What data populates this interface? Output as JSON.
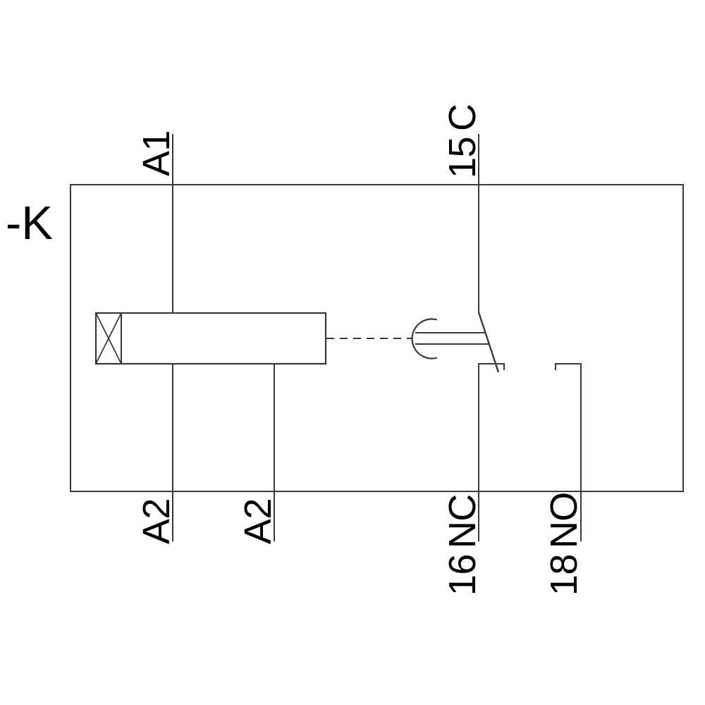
{
  "colors": {
    "background": "#ffffff",
    "line": "#3a3a3a",
    "text": "#000000"
  },
  "labels": {
    "device": "-K",
    "a1": "A1",
    "a2_left": "A2",
    "a2_right": "A2",
    "common": "15 C",
    "nc": "16 NC",
    "no": "18 NO"
  },
  "symbols": {
    "coil": "relay-coil-rectangle-with-cross-box",
    "mechanical_link": "dashed-line-with-half-circle-hook",
    "contact": "changeover-contact-nc-no"
  }
}
